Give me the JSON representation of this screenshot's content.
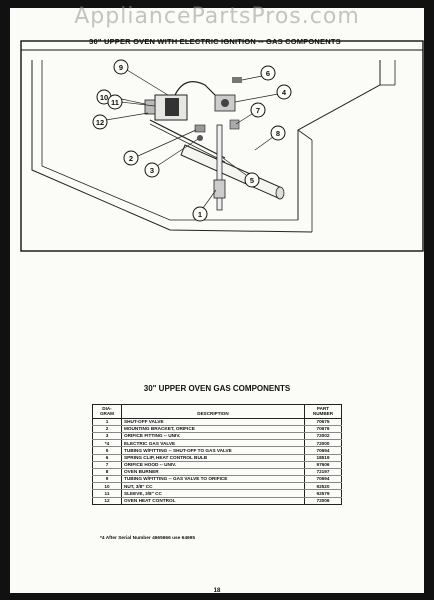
{
  "watermark": "AppliancePartsPros.com",
  "diagram": {
    "title": "30\" UPPER OVEN WITH ELECTRIC IGNITION -- GAS COMPONENTS",
    "callouts": [
      "1",
      "2",
      "3",
      "4",
      "5",
      "6",
      "7",
      "8",
      "9",
      "10",
      "11",
      "12"
    ]
  },
  "parts_table": {
    "title": "30\" UPPER OVEN GAS COMPONENTS",
    "headers": {
      "diagram": "DIA-\nGRAM",
      "description": "DESCRIPTION",
      "part": "PART\nNUMBER"
    },
    "rows": [
      {
        "num": "1",
        "desc": "SHUT-OFF VALVE",
        "part": "70675"
      },
      {
        "num": "2",
        "desc": "MOUNTING BRACKET, ORIFICE",
        "part": "70676"
      },
      {
        "num": "3",
        "desc": "ORIFICE FITTING -- UNIV.",
        "part": "72002"
      },
      {
        "num": "*4",
        "desc": "ELECTRIC GAS VALVE",
        "part": "72000"
      },
      {
        "num": "5",
        "desc": "TUBING W/FITTING -- SHUT-OFF TO GAS VALVE",
        "part": "70694"
      },
      {
        "num": "6",
        "desc": "SPRING CLIP, HEAT CONTROL BULB",
        "part": "18519"
      },
      {
        "num": "7",
        "desc": "ORIFICE HOOD -- UNIV.",
        "part": "97606"
      },
      {
        "num": "8",
        "desc": "OVEN BURNER",
        "part": "72197"
      },
      {
        "num": "9",
        "desc": "TUBING W/FITTING -- GAS VALVE TO ORIFICE",
        "part": "70694"
      },
      {
        "num": "10",
        "desc": "NUT, 3/8\" CC",
        "part": "92520"
      },
      {
        "num": "11",
        "desc": "SLEEVE, 3/8\" CC",
        "part": "92579"
      },
      {
        "num": "12",
        "desc": "OVEN HEAT CONTROL",
        "part": "72006"
      }
    ],
    "footnote": "*4 After Serial Number 4665666 use 64695"
  },
  "page_number": "18"
}
